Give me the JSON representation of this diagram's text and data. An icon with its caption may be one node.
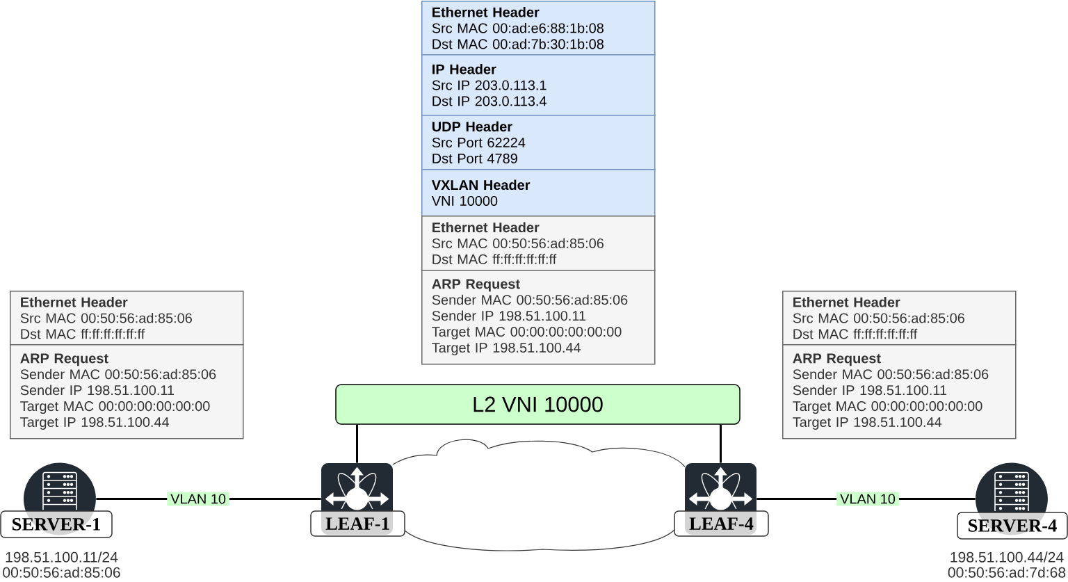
{
  "diagram": {
    "nodes": [
      {
        "text": [
          "Ethernet Header",
          "Src MAC 00:ad:e6:88:1b:08",
          "Dst MAC 00:ad:7b:30:1b:08"
        ]
      },
      {
        "text": [
          "IP Header",
          "Src IP 203.0.113.1",
          "Dst IP 203.0.113.4"
        ]
      },
      {
        "text": [
          "UDP Header",
          "Src Port 62224",
          "Dst Port 4789"
        ]
      },
      {
        "text": [
          "VXLAN Header",
          "VNI 10000"
        ]
      },
      {
        "text": [
          "Ethernet Header",
          "Src MAC 00:50:56:ad:85:06",
          "Dst MAC ff:ff:ff:ff:ff:ff"
        ]
      },
      {
        "text": [
          "ARP Request",
          "Sender MAC 00:50:56:ad:85:06",
          "Sender IP 198.51.100.11",
          "Target MAC 00:00:00:00:00:00",
          "Target IP 198.51.100.44"
        ]
      },
      {
        "text": [
          "Ethernet Header",
          "Src MAC 00:50:56:ad:85:06",
          "Dst MAC ff:ff:ff:ff:ff:ff"
        ]
      },
      {
        "text": [
          "ARP Request",
          "Sender MAC 00:50:56:ad:85:06",
          "Sender IP 198.51.100.11",
          "Target MAC 00:00:00:00:00:00",
          "Target IP 198.51.100.44"
        ]
      },
      {
        "text": [
          "Ethernet Header",
          "Src MAC 00:50:56:ad:85:06",
          "Dst MAC ff:ff:ff:ff:ff:ff"
        ]
      },
      {
        "text": [
          "ARP Request",
          "Sender MAC 00:50:56:ad:85:06",
          "Sender IP 198.51.100.11",
          "Target MAC 00:00:00:00:00:00",
          "Target IP 198.51.100.44"
        ]
      },
      {
        "text": [
          "L2 VNI 10000"
        ]
      },
      {
        "text": [],
        "shape": "cloud"
      },
      {
        "text": [
          "SERVER-1"
        ],
        "beside": [
          "198.51.100.11/24",
          "00:50:56:ad:85:06"
        ]
      },
      {
        "text": [
          "LEAF-1"
        ]
      },
      {
        "text": [
          "LEAF-4"
        ]
      },
      {
        "text": [
          "SERVER-4"
        ],
        "beside": [
          "198.51.100.44/24",
          "00:50:56:ad:7d:68"
        ]
      }
    ],
    "edges": [
      {
        "from": 12,
        "to": 13,
        "arrow": "none",
        "label": "VLAN 10"
      },
      {
        "from": 13,
        "to": 10,
        "arrow": "none"
      },
      {
        "from": 14,
        "to": 10,
        "arrow": "none"
      },
      {
        "from": 14,
        "to": 15,
        "arrow": "none",
        "label": "VLAN 10"
      }
    ]
  }
}
